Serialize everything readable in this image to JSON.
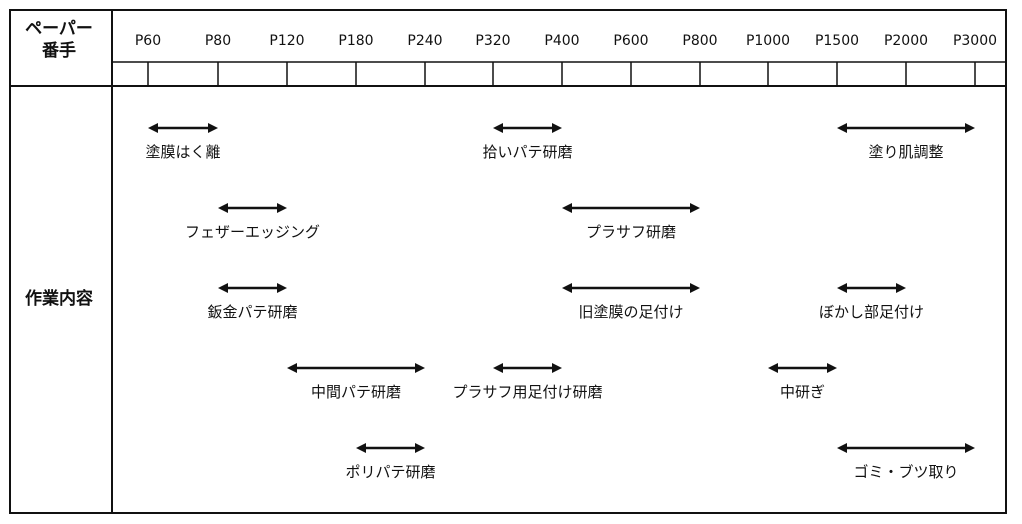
{
  "header": {
    "left_label_line1": "ペーパー",
    "left_label_line2": "番手"
  },
  "row_label": "作業内容",
  "grits": [
    "P60",
    "P80",
    "P120",
    "P180",
    "P240",
    "P320",
    "P400",
    "P600",
    "P800",
    "P1000",
    "P1500",
    "P2000",
    "P3000"
  ],
  "tasks": [
    {
      "label": "塗膜はく離",
      "from": "P60",
      "to": "P80"
    },
    {
      "label": "拾いパテ研磨",
      "from": "P320",
      "to": "P400"
    },
    {
      "label": "塗り肌調整",
      "from": "P1500",
      "to": "P3000"
    },
    {
      "label": "フェザーエッジング",
      "from": "P80",
      "to": "P120"
    },
    {
      "label": "プラサフ研磨",
      "from": "P400",
      "to": "P800"
    },
    {
      "label": "鈑金パテ研磨",
      "from": "P80",
      "to": "P120"
    },
    {
      "label": "旧塗膜の足付け",
      "from": "P400",
      "to": "P800"
    },
    {
      "label": "ぼかし部足付け",
      "from": "P1500",
      "to": "P2000"
    },
    {
      "label": "中間パテ研磨",
      "from": "P120",
      "to": "P240"
    },
    {
      "label": "プラサフ用足付け研磨",
      "from": "P320",
      "to": "P400"
    },
    {
      "label": "中研ぎ",
      "from": "P1000",
      "to": "P1500"
    },
    {
      "label": "ポリパテ研磨",
      "from": "P180",
      "to": "P240"
    },
    {
      "label": "ゴミ・ブツ取り",
      "from": "P1500",
      "to": "P3000"
    }
  ],
  "colors": {
    "line": "#111111",
    "background": "#ffffff"
  }
}
